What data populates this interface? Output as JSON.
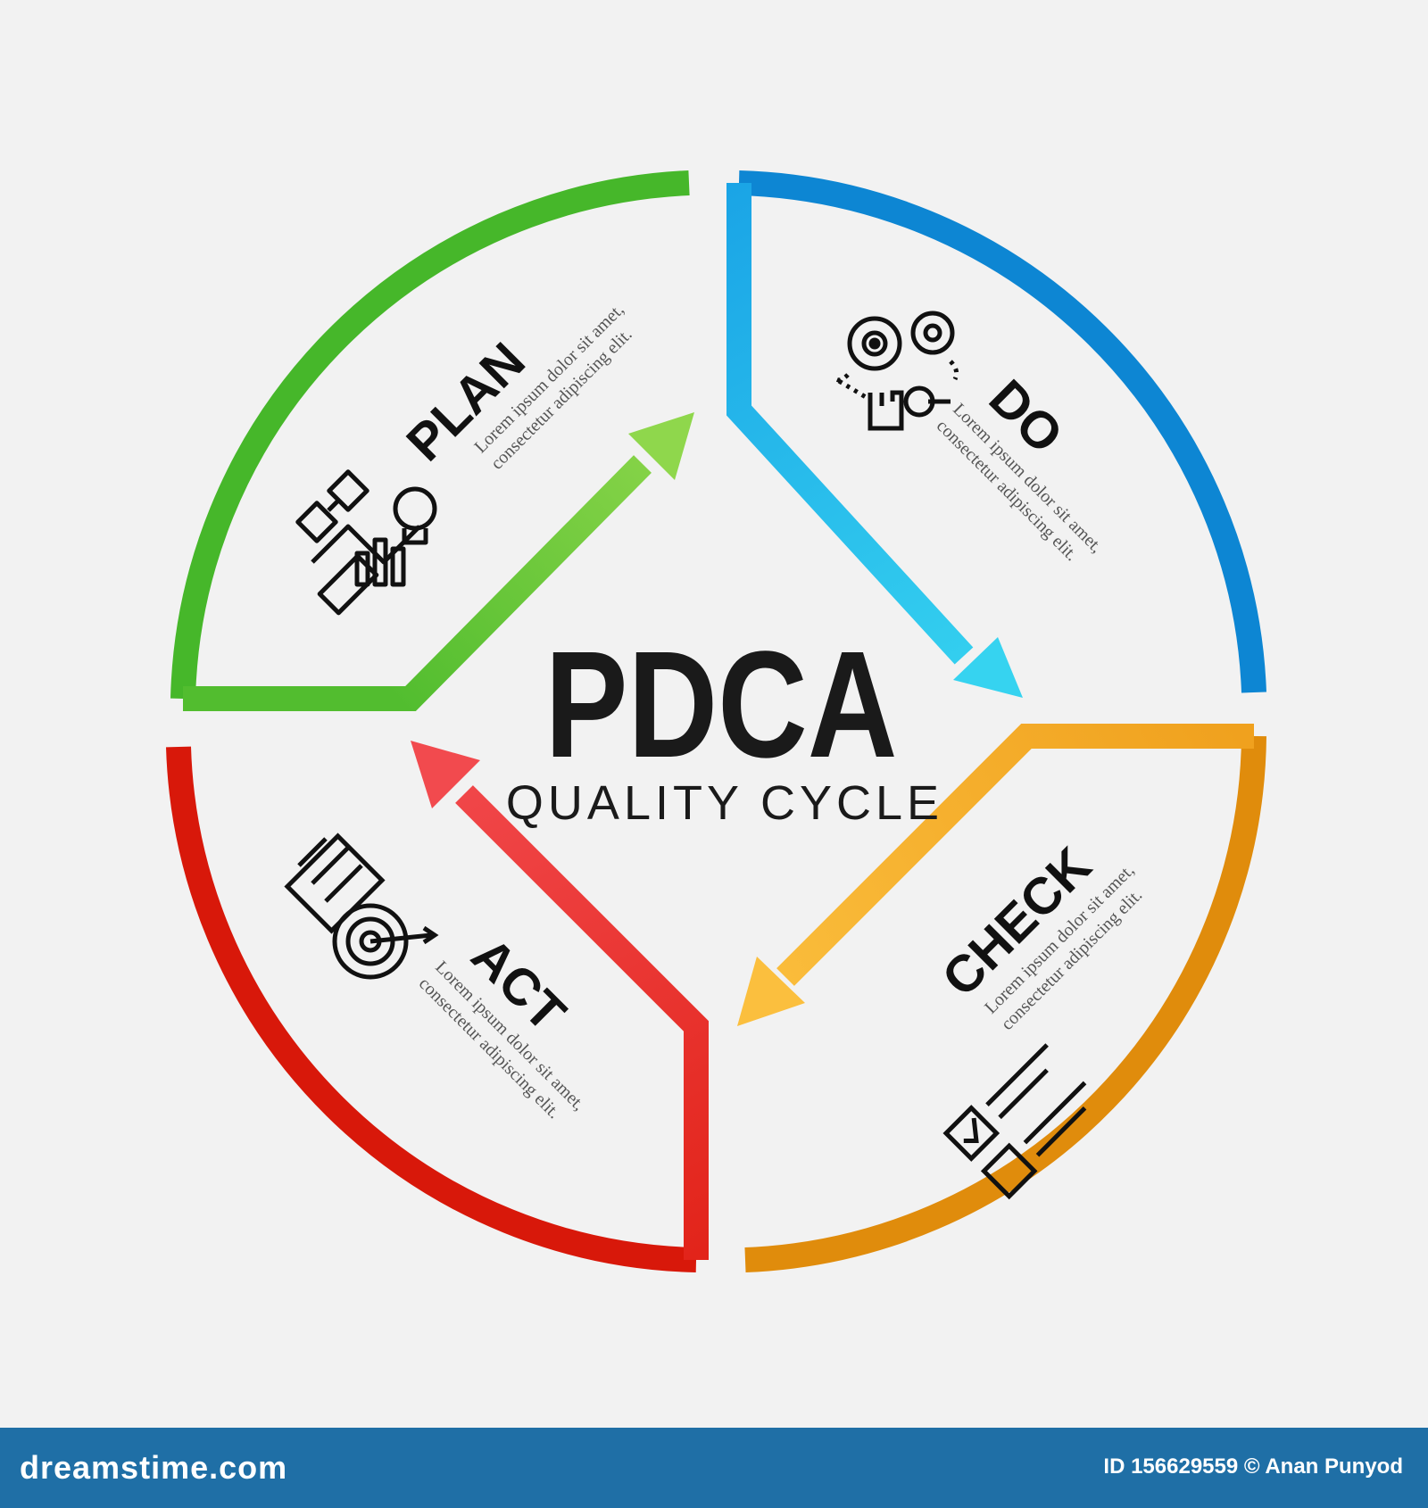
{
  "title": "PDCA",
  "subtitle": "QUALITY CYCLE",
  "stages": {
    "plan": {
      "label": "PLAN",
      "line1": "Lorem ipsum dolor sit amet,",
      "line2": "consectetur adipiscing elit.",
      "color": "#46b72a",
      "color_light": "#8dd24a"
    },
    "do": {
      "label": "DO",
      "line1": "Lorem ipsum dolor sit amet,",
      "line2": "consectetur adipiscing elit.",
      "color": "#0d86d3",
      "color_light": "#36d0f0"
    },
    "check": {
      "label": "CHECK",
      "line1": "Lorem ipsum dolor sit amet,",
      "line2": "consectetur adipiscing elit.",
      "color": "#e08c0c",
      "color_light": "#fbbd3c"
    },
    "act": {
      "label": "ACT",
      "line1": "Lorem ipsum dolor sit amet,",
      "line2": "consectetur adipiscing elit.",
      "color": "#d8180a",
      "color_light": "#f2494c"
    }
  },
  "icons": {
    "plan": "plan-idea-chart-icon",
    "do": "gears-hand-wrench-icon",
    "check": "checklist-icon",
    "act": "target-document-icon"
  },
  "footer": {
    "brand": "dreamstime.com",
    "credit": "ID 156629559 © Anan Punyod"
  }
}
